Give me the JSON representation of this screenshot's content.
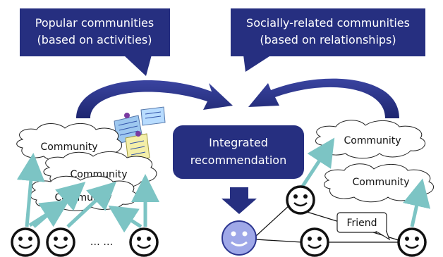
{
  "callouts": {
    "popular": {
      "line1": "Popular communities",
      "line2": "(based on activities)"
    },
    "social": {
      "line1": "Socially-related communities",
      "line2": "(based on relationships)"
    }
  },
  "center": {
    "line1": "Integrated",
    "line2": "recommendation"
  },
  "clouds": {
    "left1": "Community",
    "left2": "Community",
    "left3": "Community",
    "right1": "Community",
    "right2": "Community"
  },
  "friend_label": "Friend",
  "ellipsis": "… …",
  "colors": {
    "navy": "#262f80",
    "teal": "#7cc4c4",
    "user_fill": "#9fa8e8",
    "user_stroke": "#2c3590"
  }
}
